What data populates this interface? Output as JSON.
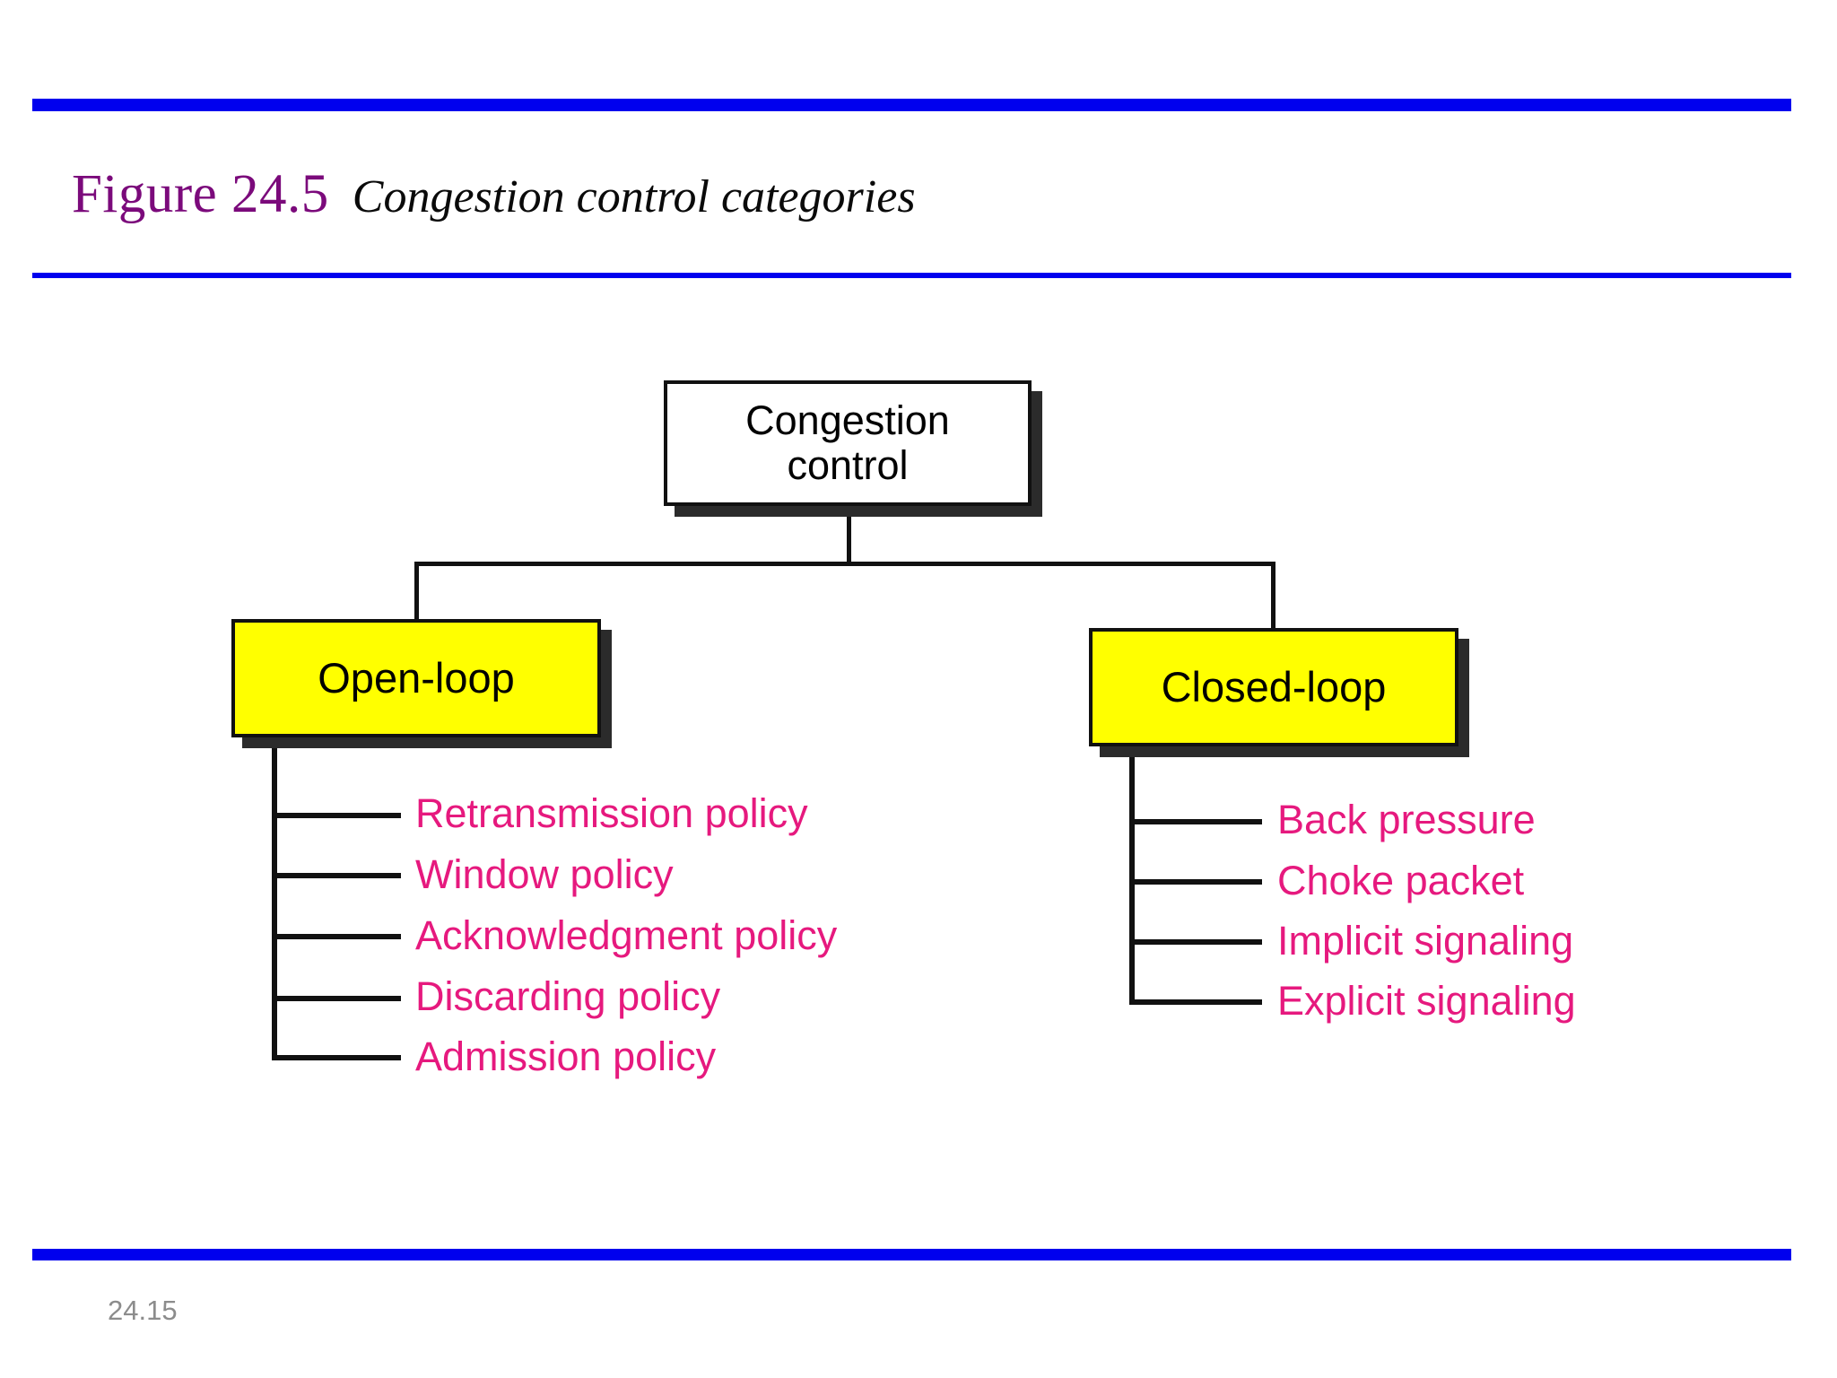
{
  "slide": {
    "figure_label": "Figure 24.5",
    "figure_caption": "Congestion control categories",
    "page_number": "24.15",
    "accent_rule_color": "#0000EE",
    "figure_label_color": "#7B0A7B",
    "caption_color": "#0A0A0A",
    "page_number_color": "#8C8C8C"
  },
  "chart_data": {
    "type": "diagram",
    "title": "Congestion control categories",
    "root": {
      "label": "Congestion control",
      "label_line_1": "Congestion",
      "label_line_2": "control",
      "fill": "#FFFFFF",
      "border": "#111111",
      "shadow": "#2B2B2B"
    },
    "branches": [
      {
        "label": "Open-loop",
        "fill": "#FFFF00",
        "border": "#111111",
        "shadow": "#2B2B2B",
        "leaf_color": "#E6197E",
        "leaves": [
          "Retransmission policy",
          "Window policy",
          "Acknowledgment policy",
          "Discarding policy",
          "Admission policy"
        ]
      },
      {
        "label": "Closed-loop",
        "fill": "#FFFF00",
        "border": "#111111",
        "shadow": "#2B2B2B",
        "leaf_color": "#E6197E",
        "leaves": [
          "Back pressure",
          "Choke packet",
          "Implicit signaling",
          "Explicit signaling"
        ]
      }
    ]
  }
}
